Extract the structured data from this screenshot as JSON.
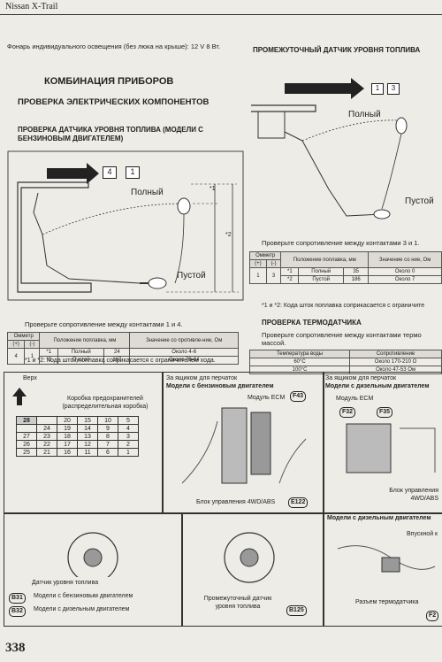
{
  "header": {
    "title": "Nissan X-Trail"
  },
  "intro": "Фонарь индивидуального освещения (без люка на крыше): 12 V 8 Вт.",
  "section_title": "КОМБИНАЦИЯ ПРИБОРОВ",
  "subsection_title": "ПРОВЕРКА ЭЛЕКТРИЧЕСКИХ КОМПОНЕНТОВ",
  "left": {
    "heading": "ПРОВЕРКА ДАТЧИКА УРОВНЯ ТОПЛИВА (МОДЕЛИ С БЕНЗИНОВЫМ ДВИГАТЕЛЕМ)",
    "connector": {
      "a": "4",
      "b": "1"
    },
    "full": "Полный",
    "empty": "Пустой",
    "mark1": "*1",
    "mark2": "*2",
    "check_text": "Проверьте сопротивление между контактами 1 и 4.",
    "table": {
      "h_ohm": "Омметр",
      "h_plus": "(+)",
      "h_minus": "(-)",
      "h_pos": "Положение поплавка, мм",
      "h_val": "Значение со противле-ние, Ом",
      "plus": "4",
      "minus": "1",
      "rows": [
        {
          "mark": "*1",
          "name": "Полный",
          "mm": "24",
          "val": "Около 4-6"
        },
        {
          "mark": "*2",
          "name": "Пустой",
          "mm": "167",
          "val": "Около 79-84"
        }
      ]
    },
    "note": "*1 и *2: Кода шток поплавка соприкасается с ограничителем хода."
  },
  "right": {
    "heading": "ПРОМЕЖУТОЧНЫЙ ДАТЧИК УРОВНЯ ТОПЛИВА",
    "connector": {
      "a": "1",
      "b": "3"
    },
    "full": "Полный",
    "empty": "Пустой",
    "check_text": "Проверьте сопротивление между контактами 3 и 1.",
    "table": {
      "h_ohm": "Омметр",
      "h_plus": "(+)",
      "h_minus": "(-)",
      "h_pos": "Положение поплавка, мм",
      "h_val": "Значение со ние, Ом",
      "plus": "1",
      "minus": "3",
      "rows": [
        {
          "mark": "*1",
          "name": "Полный",
          "mm": "35",
          "val": "Около 0"
        },
        {
          "mark": "*2",
          "name": "Пустой",
          "mm": "186",
          "val": "Около 7"
        }
      ]
    },
    "note": "*1 и *2: Кода шток поплавка соприкасается с ограничите",
    "thermo_heading": "ПРОВЕРКА ТЕРМОДАТЧИКА",
    "thermo_text": "Проверьте сопротивление между контактами термо массой.",
    "thermo_table": {
      "h_temp": "Температура воды",
      "h_res": "Сопротивление",
      "rows": [
        {
          "t": "60°С",
          "r": "Около 170-210 О"
        },
        {
          "t": "100°С",
          "r": "Около 47-53 Ом"
        }
      ]
    }
  },
  "bottom": {
    "up": "Верх",
    "fusebox_title": "Коробка предохранителей (распределительная коробка)",
    "fuse_rows": [
      [
        "28",
        "",
        "20",
        "15",
        "10",
        "5"
      ],
      [
        "",
        "24",
        "19",
        "14",
        "9",
        "4"
      ],
      [
        "27",
        "23",
        "18",
        "13",
        "8",
        "3"
      ],
      [
        "26",
        "22",
        "17",
        "12",
        "7",
        "2"
      ],
      [
        "25",
        "21",
        "16",
        "11",
        "6",
        "1"
      ]
    ],
    "p2_title1": "За ящиком для перчаток",
    "p2_title2": "Модели с бензиновым двигателем",
    "p2_tag": "F43",
    "p2_ecm": "Модуль ECM",
    "p2_abs": "Блок управления 4WD/ABS",
    "p2_tag2": "E122",
    "p3_title1": "За ящиком для перчаток",
    "p3_title2": "Модели с дизельным двигателем",
    "p3_tag1": "F32",
    "p3_tag2": "F35",
    "p3_ecm": "Модуль ECM",
    "p3_abs": "Блок управления 4WD/ABS",
    "p4_label": "Датчик уровня топлива",
    "p4_tag1": "B31",
    "p4_text1": "Модели с бензиновым двигателем",
    "p4_tag2": "B32",
    "p4_text2": "Модели с дизельным двигателем",
    "p5_label": "Промежуточный датчик уровня топлива",
    "p5_tag": "B125",
    "p6_title": "Модели с дизельным двигателем",
    "p6_valve": "Впускной к",
    "p6_label": "Разъем термодатчика",
    "p6_tag": "F2"
  },
  "page_number": "338"
}
